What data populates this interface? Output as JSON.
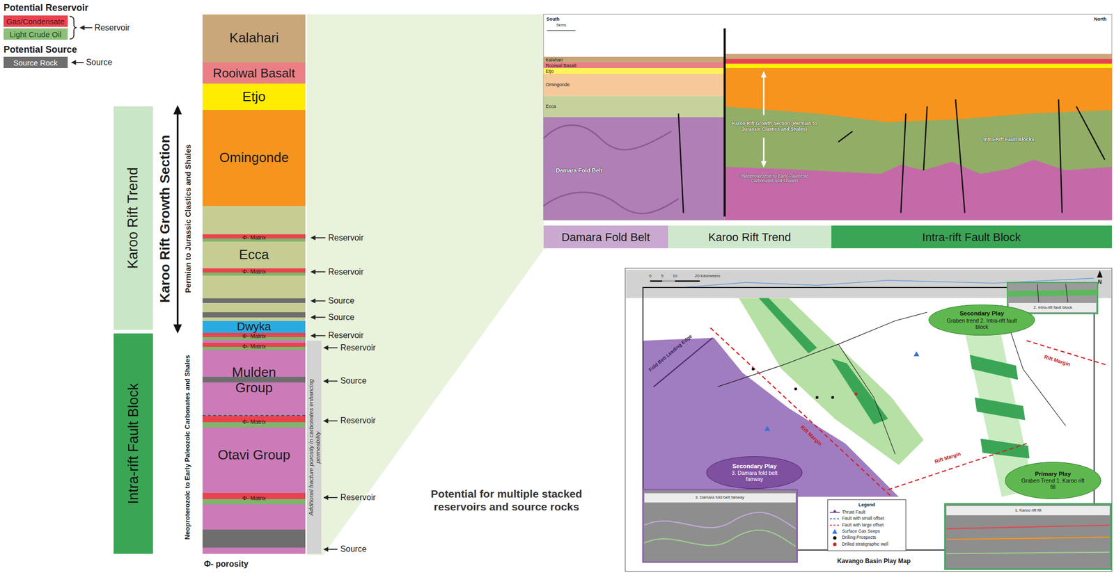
{
  "diagram": {
    "nodes": [
      {
        "text": [
          "Karoo Rift Trend"
        ]
      },
      {
        "text": [
          "Intra-rift Fault Block"
        ]
      },
      {
        "text": [
          "Kalahari"
        ]
      },
      {
        "text": [
          "Rooiwal Basalt"
        ]
      },
      {
        "text": [
          "Etjo"
        ]
      },
      {
        "text": [
          "Omingonde"
        ]
      },
      {
        "text": [
          "Ecca"
        ]
      },
      {
        "text": [
          "Φ- Matrix"
        ],
        "in": 6
      },
      {
        "text": [
          "Φ- Matrix"
        ],
        "in": 6
      },
      {
        "text": [
          "Dwyka"
        ]
      },
      {
        "text": [
          "Mulden Group"
        ]
      },
      {
        "text": [
          "Φ- Matrix"
        ],
        "in": 10
      },
      {
        "text": [
          "Φ- Matrix"
        ],
        "in": 10
      },
      {
        "text": [
          "Otavi Group"
        ]
      },
      {
        "text": [
          "Φ- Matrix"
        ],
        "in": 13
      },
      {
        "text": [
          "Φ- Matrix"
        ],
        "in": 13
      },
      {
        "text": [
          "Additional fracture porosity in carbonates enhancing permeability"
        ]
      },
      {
        "text": [
          "Damara Fold Belt"
        ]
      },
      {
        "text": [
          "Karoo Rift Trend"
        ]
      },
      {
        "text": [
          "Intra-rift Fault Block"
        ]
      },
      {
        "text": [
          "Secondary Play",
          "Graben trend 2. Intra-rift fault block"
        ]
      },
      {
        "text": [
          "Secondary Play",
          "3. Damara fold belt fairway"
        ]
      },
      {
        "text": [
          "Primary Play",
          "Graben Trend 1. Karoo rift fill"
        ]
      }
    ],
    "labels": [
      "Potential Reservoir",
      "Reservoir",
      "Potential Source",
      "Source",
      "Karoo Rift Growth Section",
      "Permian to Jurassic Clastics and Shales",
      "Neoproterozoic to Early Paleozoic Carbonates and Shales",
      "Reservoir",
      "Reservoir",
      "Source",
      "Source",
      "Reservoir",
      "Reservoir",
      "Source",
      "Reservoir",
      "Reservoir",
      "Source",
      "Φ- porosity",
      "Potential for multiple stacked reservoirs and source rocks",
      "South",
      "North",
      "5kms",
      "Kalahari",
      "Rooiwal Basalt",
      "Etjo",
      "Omingonde",
      "Ecca",
      "Damara Fold Belt",
      "Karoo Rift Growth Section (Permian to Jurassic Clastics and Shales)",
      "(Neoproterozoic to Early Paleozoic Carbonates and Shales)",
      "Intra-Rift Fault Blocks",
      "0",
      "5",
      "10",
      "20 Kilometers",
      "N",
      "Fold Belt Leading Edge",
      "Rift Margin",
      "Rift Margin",
      "Rift Margin",
      "2. Intra-rift fault block",
      "3. Damara fold belt fairway",
      "1. Karoo rift fill",
      "Legend",
      "Kavango Basin Play Map"
    ],
    "legend": [
      {
        "text": "Gas/Condensate",
        "color": "#e8434f"
      },
      {
        "text": "Light Crude Oil",
        "color": "#8cc07a"
      },
      {
        "text": "Source Rock",
        "color": "#6e6e6e"
      },
      {
        "text": "Thrust Fault"
      },
      {
        "text": "Fault with small offset"
      },
      {
        "text": "Fault with large offset"
      },
      {
        "text": "Surface Gas Seeps"
      },
      {
        "text": "Drilling Prospects"
      },
      {
        "text": "Drilled stratigraphic well"
      }
    ]
  }
}
